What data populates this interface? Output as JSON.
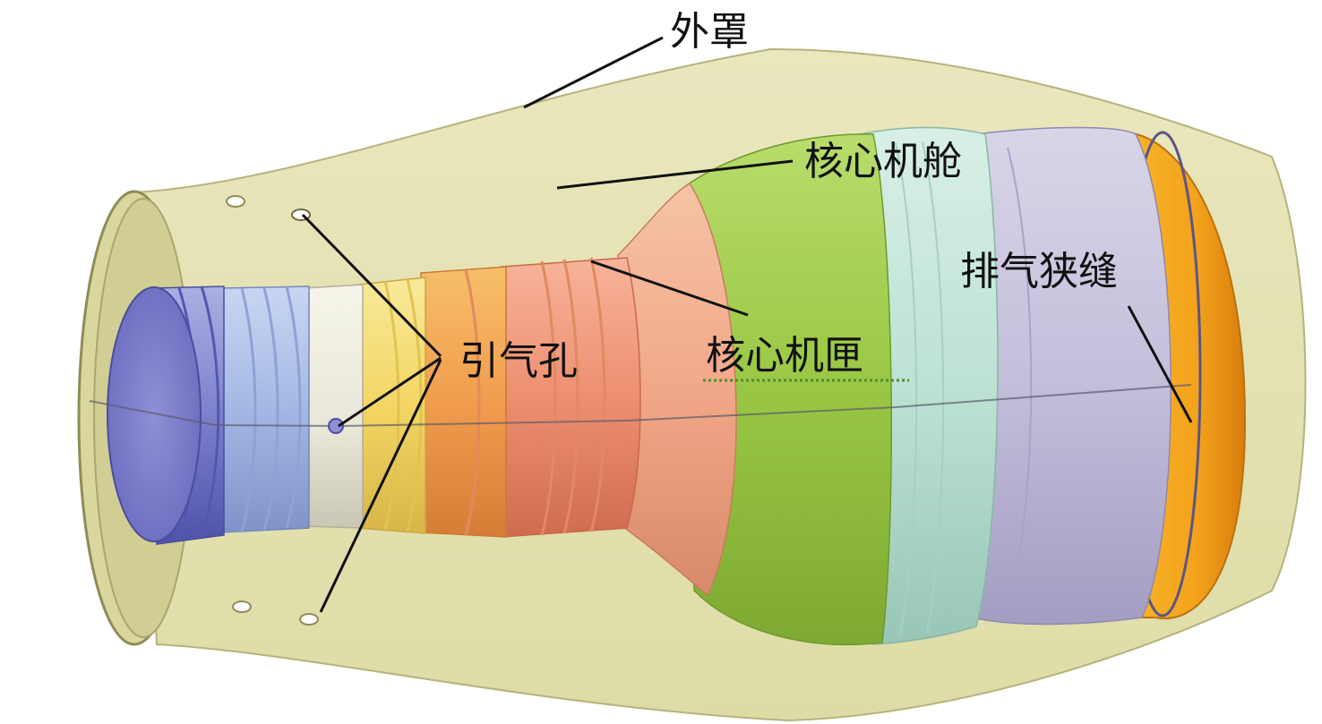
{
  "labels": {
    "casing": "外罩",
    "core_nacelle": "核心机舱",
    "exhaust_slot": "排气狭缝",
    "bleed_holes": "引气孔",
    "core_casing": "核心机匣"
  },
  "colors": {
    "casing_fill": "#e3e1ad",
    "casing_edge": "#9c9a6a",
    "leader_line": "#111111",
    "inlet_blue": "#7f7fc9",
    "inlet_light_blue": "#a9bde6",
    "white_section": "#efefe3",
    "yellow_section": "#f6e27a",
    "orange_section": "#f2a35d",
    "salmon_section": "#ef9878",
    "cone_peach": "#f3b092",
    "nacelle_green": "#9ccb4a",
    "teal_band": "#bfe3d5",
    "lavender_section": "#c8c3dd",
    "exhaust_orange": "#f3a41c",
    "marker_green": "#4c8c30"
  }
}
